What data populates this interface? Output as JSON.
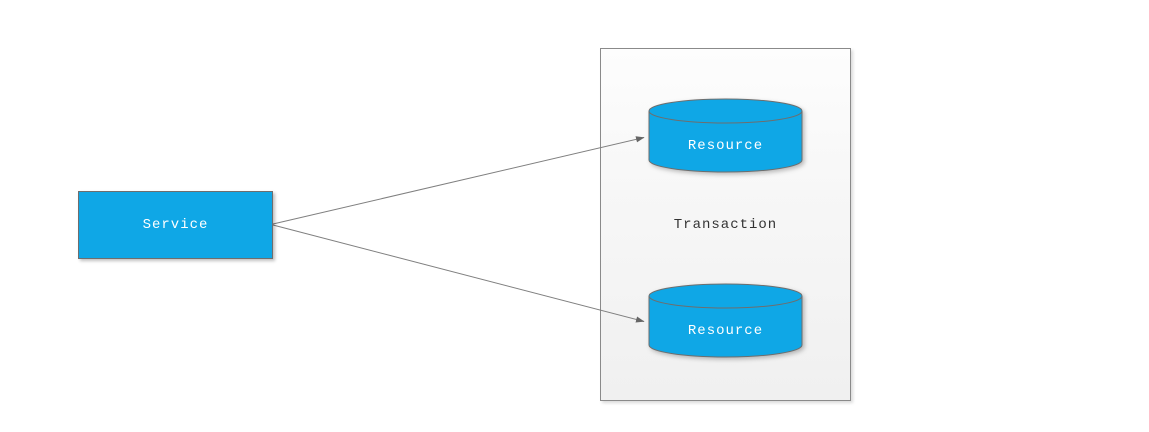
{
  "diagram": {
    "service": {
      "label": "Service",
      "shape": "rectangle"
    },
    "transaction_group": {
      "label": "Transaction",
      "shape": "container"
    },
    "resources": [
      {
        "label": "Resource",
        "shape": "cylinder"
      },
      {
        "label": "Resource",
        "shape": "cylinder"
      }
    ],
    "connectors": [
      {
        "from": "service",
        "to": "resource-1",
        "style": "arrow"
      },
      {
        "from": "service",
        "to": "resource-2",
        "style": "arrow"
      }
    ],
    "colors": {
      "node_fill": "#0fa7e6",
      "node_border": "#6e6e6e",
      "node_text": "#ffffff",
      "container_fill_top": "#fdfdfd",
      "container_fill_bottom": "#f0f0f0",
      "container_border": "#8a8a8a",
      "container_text": "#333333",
      "connector_line": "#7f7f7f",
      "arrowhead": "#666666",
      "background": "#ffffff"
    }
  }
}
